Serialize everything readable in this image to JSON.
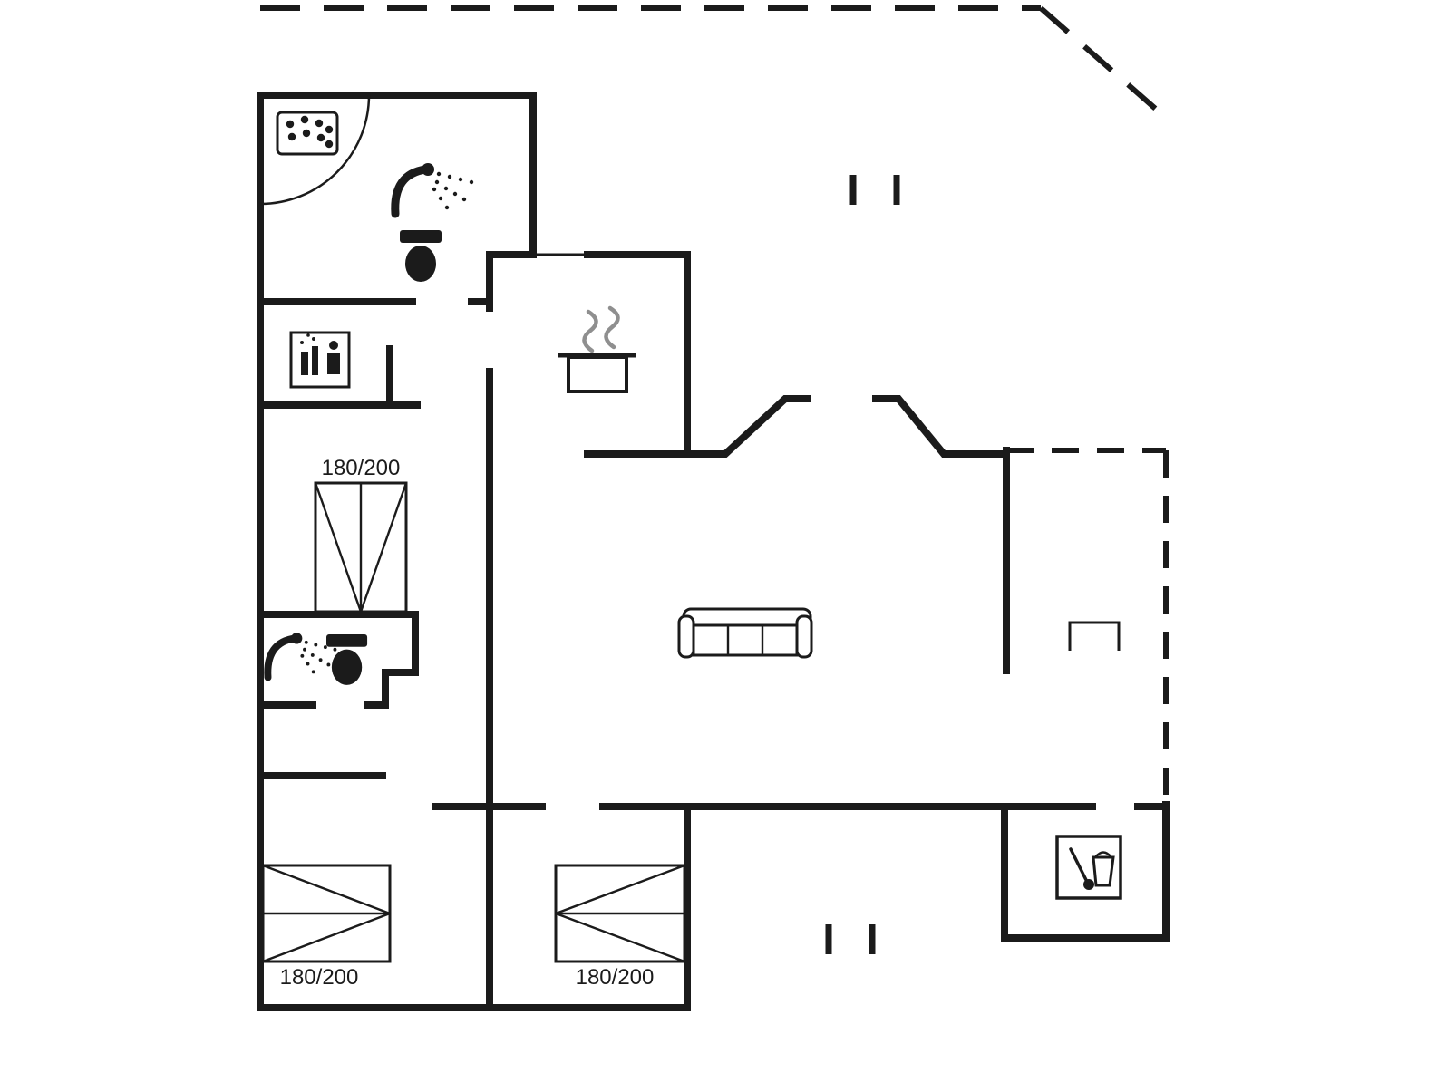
{
  "colors": {
    "background": "#ffffff",
    "line": "#1b1b1b",
    "steam": "#8f8f8f"
  },
  "labels": {
    "master_bed": "180/200",
    "left_bed": "180/200",
    "right_bed": "180/200"
  },
  "icons": {
    "whirlpool": "whirlpool-tub-with-bubbles",
    "shower_main": "shower-head-with-spray",
    "toilet_main": "toilet",
    "washing_machine": "washing-machine-with-detergent",
    "shower_second": "shower-head-with-spray",
    "toilet_second": "toilet",
    "stove": "cooking-pot-with-steam",
    "sofa": "three-seat-sofa",
    "sauna": "sauna-bucket-and-ladle",
    "terrace_table": "open-rectangle-table",
    "boundary_markers": "short-double-wall-marks"
  }
}
